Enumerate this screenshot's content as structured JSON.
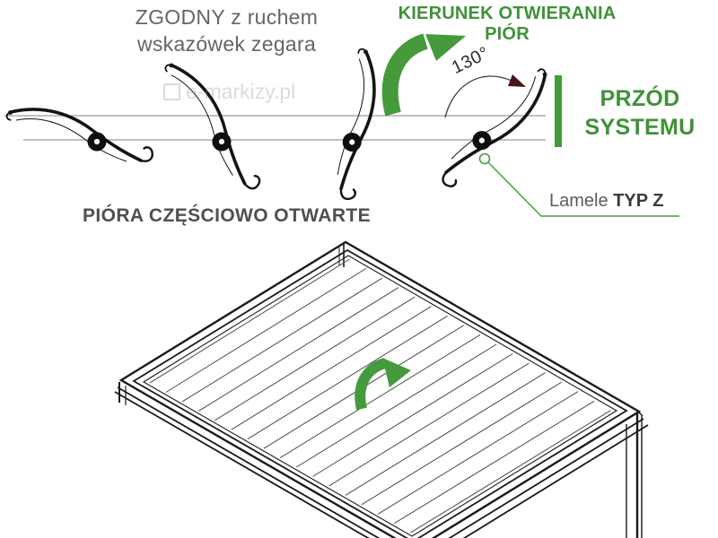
{
  "colors": {
    "accent_green": "#459A3B",
    "text_green": "#3F9238",
    "dark_text": "#4E4F51",
    "muted_text": "#646566",
    "arrowhead_maroon": "#451419",
    "drawing_black": "#141414"
  },
  "labels": {
    "clockwise": {
      "line1": "ZGODNY z ruchem",
      "line2": "wskazówek zegara"
    },
    "opening_direction": {
      "line1": "KIERUNEK OTWIERANIA",
      "line2": "PIÓR"
    },
    "angle": "130°",
    "system_front": {
      "line1": "PRZÓD",
      "line2": "SYSTEMU"
    },
    "lamella": {
      "prefix": "Lamele ",
      "type": "TYP Z"
    },
    "partially_open": "PIÓRA CZĘŚCIOWO OTWARTE",
    "watermark": "e-markizy.pl"
  }
}
